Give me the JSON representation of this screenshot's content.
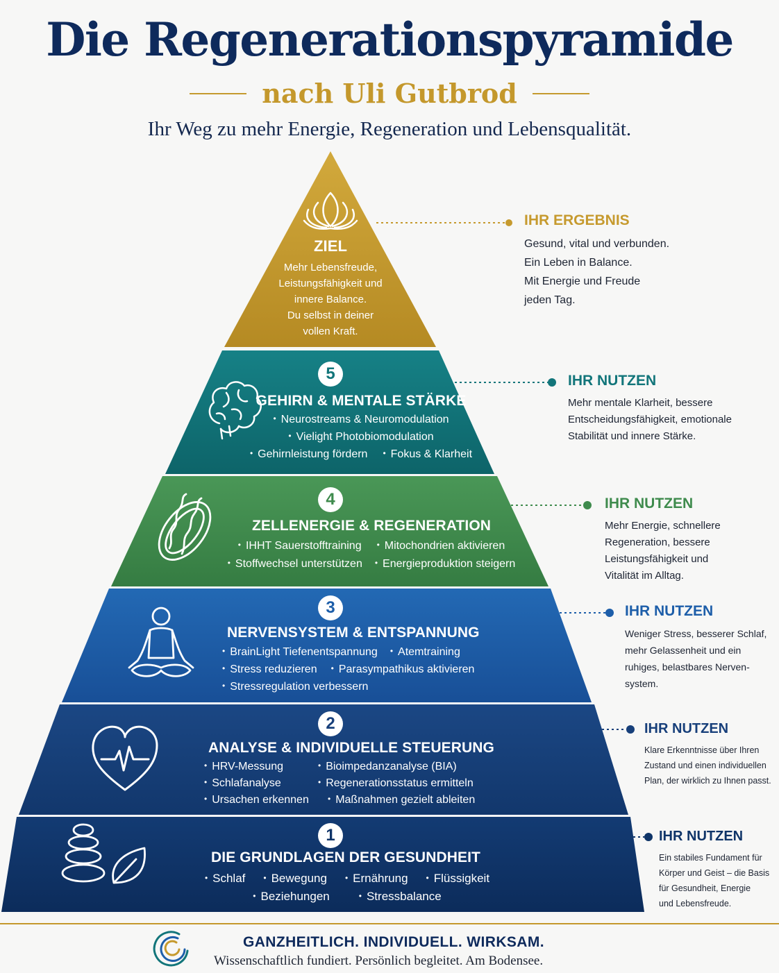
{
  "header": {
    "title": "Die Regenerationspyramide",
    "subtitle": "nach Uli Gutbrod",
    "tagline": "Ihr Weg zu mehr Energie, Regeneration und Lebensqualität."
  },
  "colors": {
    "gold": "#c69a2e",
    "teal": "#12757a",
    "green": "#3f8b4d",
    "blue": "#1d5ea9",
    "navy": "#173f7a",
    "dark_navy": "#0f3468"
  },
  "pyramid": {
    "goal": {
      "icon": "lotus-icon",
      "name": "ZIEL",
      "lines": [
        "Mehr Lebensfreude,",
        "Leistungsfähigkeit und",
        "innere Balance.",
        "Du selbst in deiner",
        "vollen Kraft."
      ]
    },
    "tier5": {
      "number": "5",
      "icon": "brain-icon",
      "name": "GEHIRN & MENTALE STÄRKE",
      "rows": [
        [
          "Neurostreams & Neuromodulation"
        ],
        [
          "Vielight Photobiomodulation"
        ],
        [
          "Gehirnleistung fördern",
          "Fokus & Klarheit"
        ]
      ]
    },
    "tier4": {
      "number": "4",
      "icon": "mitochondrion-icon",
      "name": "ZELLENERGIE & REGENERATION",
      "rows": [
        [
          "IHHT Sauerstofftraining",
          "Mitochondrien aktivieren"
        ],
        [
          "Stoffwechsel unterstützen",
          "Energieproduktion steigern"
        ]
      ]
    },
    "tier3": {
      "number": "3",
      "icon": "meditation-icon",
      "name": "NERVENSYSTEM & ENTSPANNUNG",
      "rows": [
        [
          "BrainLight Tiefenentspannung",
          "Atemtraining"
        ],
        [
          "Stress reduzieren",
          "Parasympathikus aktivieren"
        ],
        [
          "Stressregulation verbessern"
        ]
      ]
    },
    "tier2": {
      "number": "2",
      "icon": "heart-pulse-icon",
      "name": "ANALYSE & INDIVIDUELLE STEUERUNG",
      "rows": [
        [
          "HRV-Messung",
          "Bioimpedanzanalyse (BIA)"
        ],
        [
          "Schlafanalyse",
          "Regenerationsstatus ermitteln"
        ],
        [
          "Ursachen erkennen",
          "Maßnahmen gezielt ableiten"
        ]
      ]
    },
    "tier1": {
      "number": "1",
      "icon": "stones-leaf-icon",
      "name": "DIE GRUNDLAGEN DER GESUNDHEIT",
      "rows": [
        [
          "Schlaf",
          "Bewegung",
          "Ernährung",
          "Flüssigkeit"
        ],
        [
          "Beziehungen",
          "Stressbalance"
        ]
      ]
    }
  },
  "side": {
    "result": {
      "title": "IHR ERGEBNIS",
      "lines": [
        "Gesund, vital und verbunden.",
        "Ein Leben in Balance.",
        "Mit Energie und Freude",
        "jeden Tag."
      ]
    },
    "benefit5": {
      "title": "IHR NUTZEN",
      "lines": [
        "Mehr mentale Klarheit, bessere",
        "Entscheidungsfähigkeit, emotionale",
        "Stabilität und innere Stärke."
      ]
    },
    "benefit4": {
      "title": "IHR NUTZEN",
      "lines": [
        "Mehr Energie, schnellere",
        "Regeneration, bessere",
        "Leistungsfähigkeit und",
        "Vitalität im Alltag."
      ]
    },
    "benefit3": {
      "title": "IHR NUTZEN",
      "lines": [
        "Weniger Stress, besserer Schlaf,",
        "mehr Gelassenheit und ein",
        "ruhiges, belastbares Nerven-",
        "system."
      ]
    },
    "benefit2": {
      "title": "IHR NUTZEN",
      "lines": [
        "Klare Erkenntnisse über Ihren",
        "Zustand und einen individuellen",
        "Plan, der wirklich zu Ihnen passt."
      ]
    },
    "benefit1": {
      "title": "IHR NUTZEN",
      "lines": [
        "Ein stabiles Fundament für",
        "Körper und Geist – die Basis",
        "für Gesundheit, Energie",
        "und Lebensfreude."
      ]
    }
  },
  "footer": {
    "logo": "circle-logo-icon",
    "main": "GANZHEITLICH. INDIVIDUELL. WIRKSAM.",
    "sub": "Wissenschaftlich fundiert. Persönlich begleitet. Am Bodensee."
  }
}
